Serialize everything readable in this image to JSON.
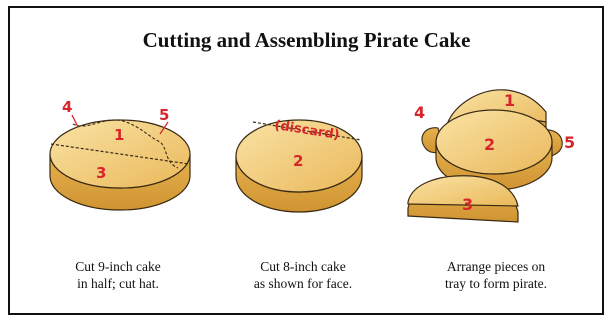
{
  "title": "Cutting and Assembling Pirate Cake",
  "colors": {
    "cake_top": "#f1c86a",
    "cake_side": "#e1aa45",
    "outline": "#3a2a14",
    "label": "#d7262b",
    "border": "#111111"
  },
  "panels": [
    {
      "labels": {
        "p1": "1",
        "p3": "3",
        "p4": "4",
        "p5": "5"
      },
      "caption": [
        "Cut 9-inch cake",
        "in half; cut hat."
      ]
    },
    {
      "labels": {
        "discard": "(discard)",
        "p2": "2"
      },
      "caption": [
        "Cut 8-inch cake",
        "as shown for face."
      ]
    },
    {
      "labels": {
        "p1": "1",
        "p2": "2",
        "p3": "3",
        "p4": "4",
        "p5": "5"
      },
      "caption": [
        "Arrange pieces on",
        "tray to form pirate."
      ]
    }
  ]
}
